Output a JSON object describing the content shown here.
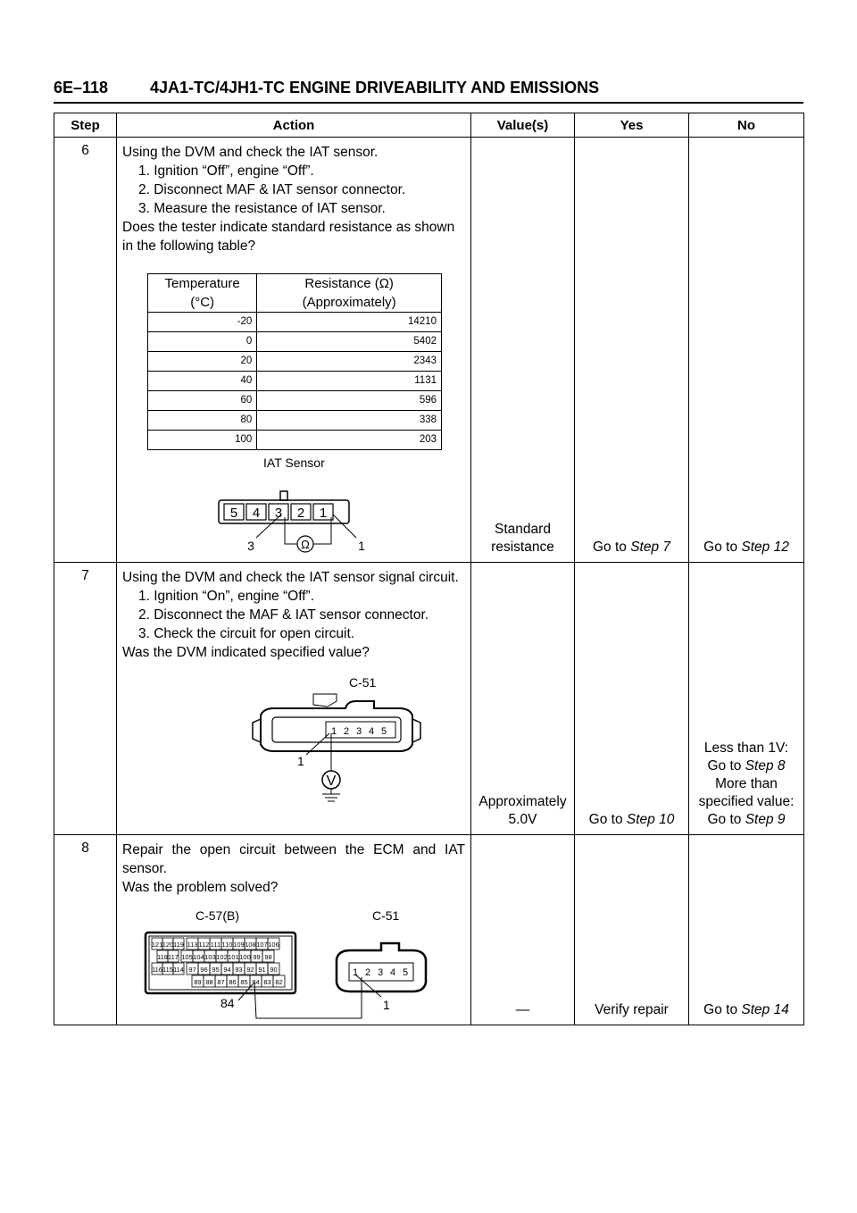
{
  "header": {
    "page_number": "6E–118",
    "title": "4JA1-TC/4JH1-TC ENGINE DRIVEABILITY AND EMISSIONS"
  },
  "table": {
    "columns": [
      "Step",
      "Action",
      "Value(s)",
      "Yes",
      "No"
    ],
    "rows": [
      {
        "step": "6",
        "action_intro": "Using the DVM and check the IAT sensor.",
        "substeps": [
          "1. Ignition “Off”,  engine “Off”.",
          "2. Disconnect MAF & IAT sensor connector.",
          "3. Measure the resistance of IAT sensor."
        ],
        "question": "Does the tester indicate standard resistance as shown in the following table?",
        "value": [
          "Standard",
          "resistance"
        ],
        "yes_prefix": "Go to ",
        "yes_step": "Step 7",
        "no_prefix": "Go to ",
        "no_step": "Step 12"
      },
      {
        "step": "7",
        "action_intro": "Using the DVM and check the IAT sensor signal circuit.",
        "substeps": [
          "1. Ignition “On”, engine “Off”.",
          "2. Disconnect the MAF & IAT sensor connector.",
          "3. Check the circuit for open circuit."
        ],
        "question": "Was the DVM indicated specified value?",
        "value": [
          "Approximately",
          "5.0V"
        ],
        "yes_prefix": "Go to ",
        "yes_step": "Step 10",
        "no_line1": "Less than 1V:",
        "no_line2_prefix": "Go to ",
        "no_line2_step": "Step 8",
        "no_line3": "More than",
        "no_line4": "specified value:",
        "no_line5_prefix": "Go to ",
        "no_line5_step": "Step 9"
      },
      {
        "step": "8",
        "action_intro": "Repair the open circuit between the ECM and IAT sensor.",
        "question": "Was the problem solved?",
        "value": "—",
        "yes": "Verify repair",
        "no_prefix": "Go to ",
        "no_step": "Step 14"
      }
    ]
  },
  "resistance_table": {
    "headers": [
      "Temperature (°C)",
      "Resistance (Ω) (Approximately)"
    ],
    "rows": [
      [
        "-20",
        "14210"
      ],
      [
        "0",
        "5402"
      ],
      [
        "20",
        "2343"
      ],
      [
        "40",
        "1131"
      ],
      [
        "60",
        "596"
      ],
      [
        "80",
        "338"
      ],
      [
        "100",
        "203"
      ]
    ]
  },
  "figure_iat": {
    "title": "IAT Sensor",
    "pins": [
      "5",
      "4",
      "3",
      "2",
      "1"
    ],
    "left_label": "3",
    "right_label": "1",
    "meter": "Ω"
  },
  "figure_c51_step7": {
    "label": "C-51",
    "pins": [
      "1",
      "2",
      "3",
      "4",
      "5"
    ],
    "lead_label": "1",
    "meter": "V"
  },
  "figure_step8": {
    "ecm_label": "C-57(B)",
    "sensor_label": "C-51",
    "ecm_rows": [
      [
        "121",
        "120",
        "119",
        "113",
        "112",
        "111",
        "110",
        "109",
        "108",
        "107",
        "106"
      ],
      [
        "118",
        "117",
        "105",
        "104",
        "103",
        "102",
        "101",
        "100",
        "99",
        "98"
      ],
      [
        "116",
        "115",
        "114",
        "97",
        "96",
        "95",
        "94",
        "93",
        "92",
        "91",
        "90"
      ],
      [
        "89",
        "88",
        "87",
        "86",
        "85",
        "84",
        "83",
        "82"
      ]
    ],
    "sensor_pins": [
      "1",
      "2",
      "3",
      "4",
      "5"
    ],
    "ecm_pin_label": "84",
    "sensor_pin_label": "1"
  }
}
